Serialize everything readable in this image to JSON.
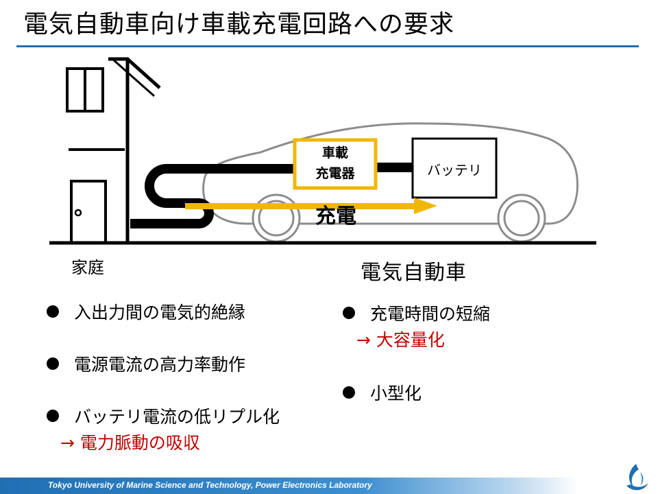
{
  "slide": {
    "title": "電気自動車向け車載充電回路への要求"
  },
  "diagram": {
    "house_label": "家庭",
    "car_label": "電気自動車",
    "charger_label_line1": "車載",
    "charger_label_line2": "充電器",
    "battery_label": "バッテリ",
    "flow_label": "充電",
    "colors": {
      "charger_border": "#f2b705",
      "flow_arrow": "#f2b705",
      "cable": "#000000",
      "car_outline": "#8c8c8c"
    }
  },
  "requirements": {
    "left": [
      {
        "text": "入出力間の電気的絶縁"
      },
      {
        "text": "電源電流の高力率動作"
      },
      {
        "text": "バッテリ電流の低リプル化",
        "result": "→ 電力脈動の吸収"
      }
    ],
    "right": [
      {
        "text": "充電時間の短縮",
        "result": "→ 大容量化"
      },
      {
        "text": "小型化"
      }
    ],
    "result_color": "#c00000"
  },
  "footer": {
    "text": "Tokyo University of Marine Science and Technology, Power Electronics Laboratory",
    "logo_icon": "university-logo-icon"
  }
}
